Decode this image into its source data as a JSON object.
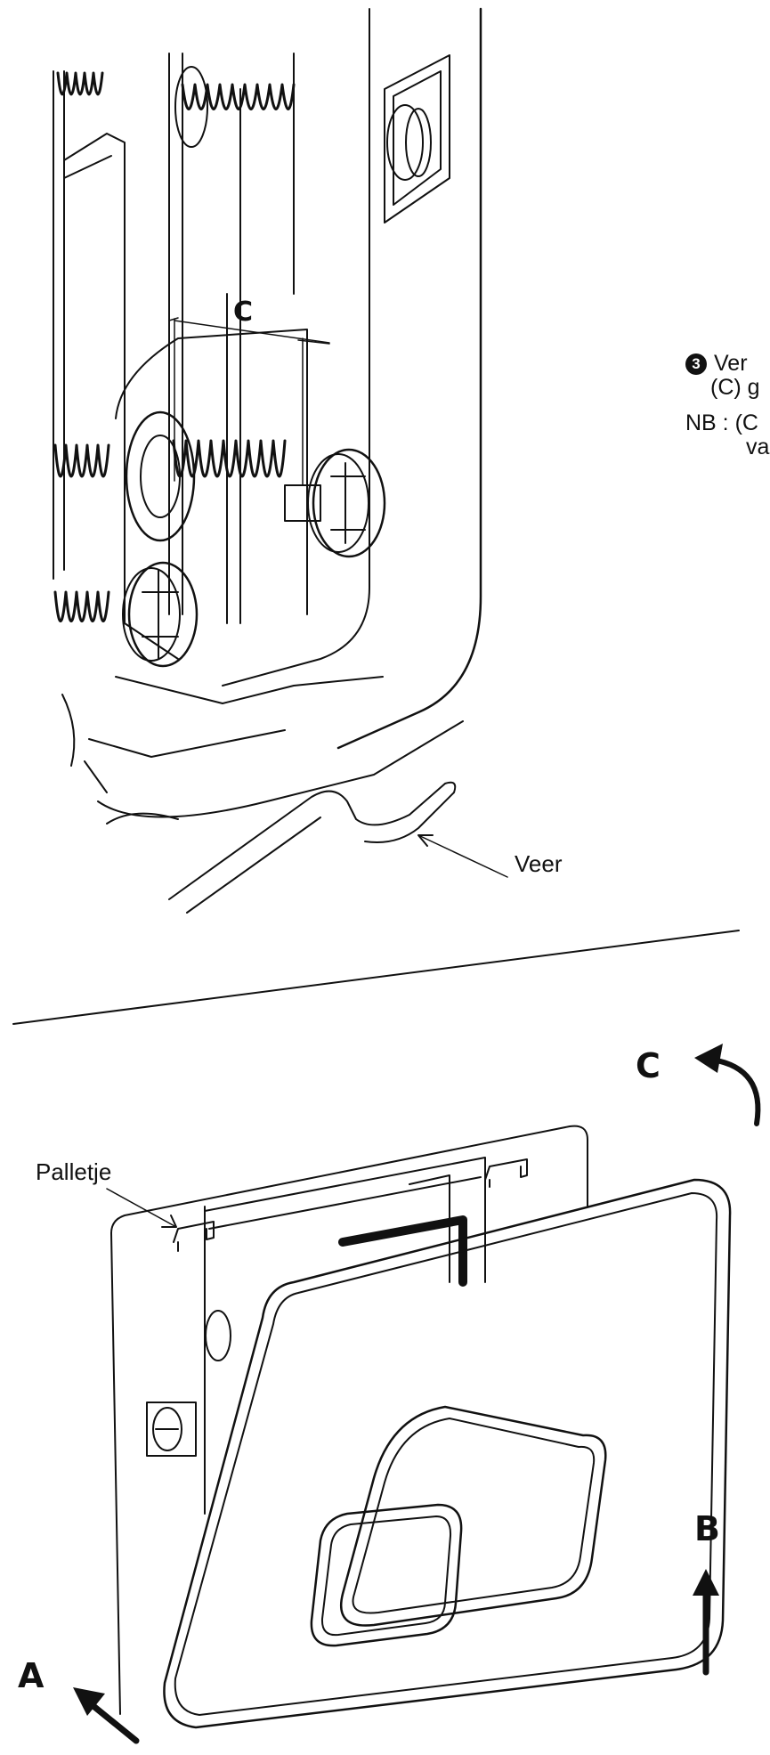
{
  "labels": {
    "dimension_c": "C",
    "veer": "Veer",
    "palletje": "Palletje",
    "arrow_a": "A",
    "arrow_b": "B",
    "arrow_c": "C"
  },
  "instructions": {
    "step_number": "3",
    "line1": "Ver",
    "line2": "(C) g",
    "note_line1": "NB :  (C",
    "note_line2": "va"
  },
  "icons": {
    "step": "circled-number-3",
    "arrows": [
      "curved-arrow-icon",
      "arrow-up-icon",
      "arrow-up-left-icon"
    ]
  }
}
